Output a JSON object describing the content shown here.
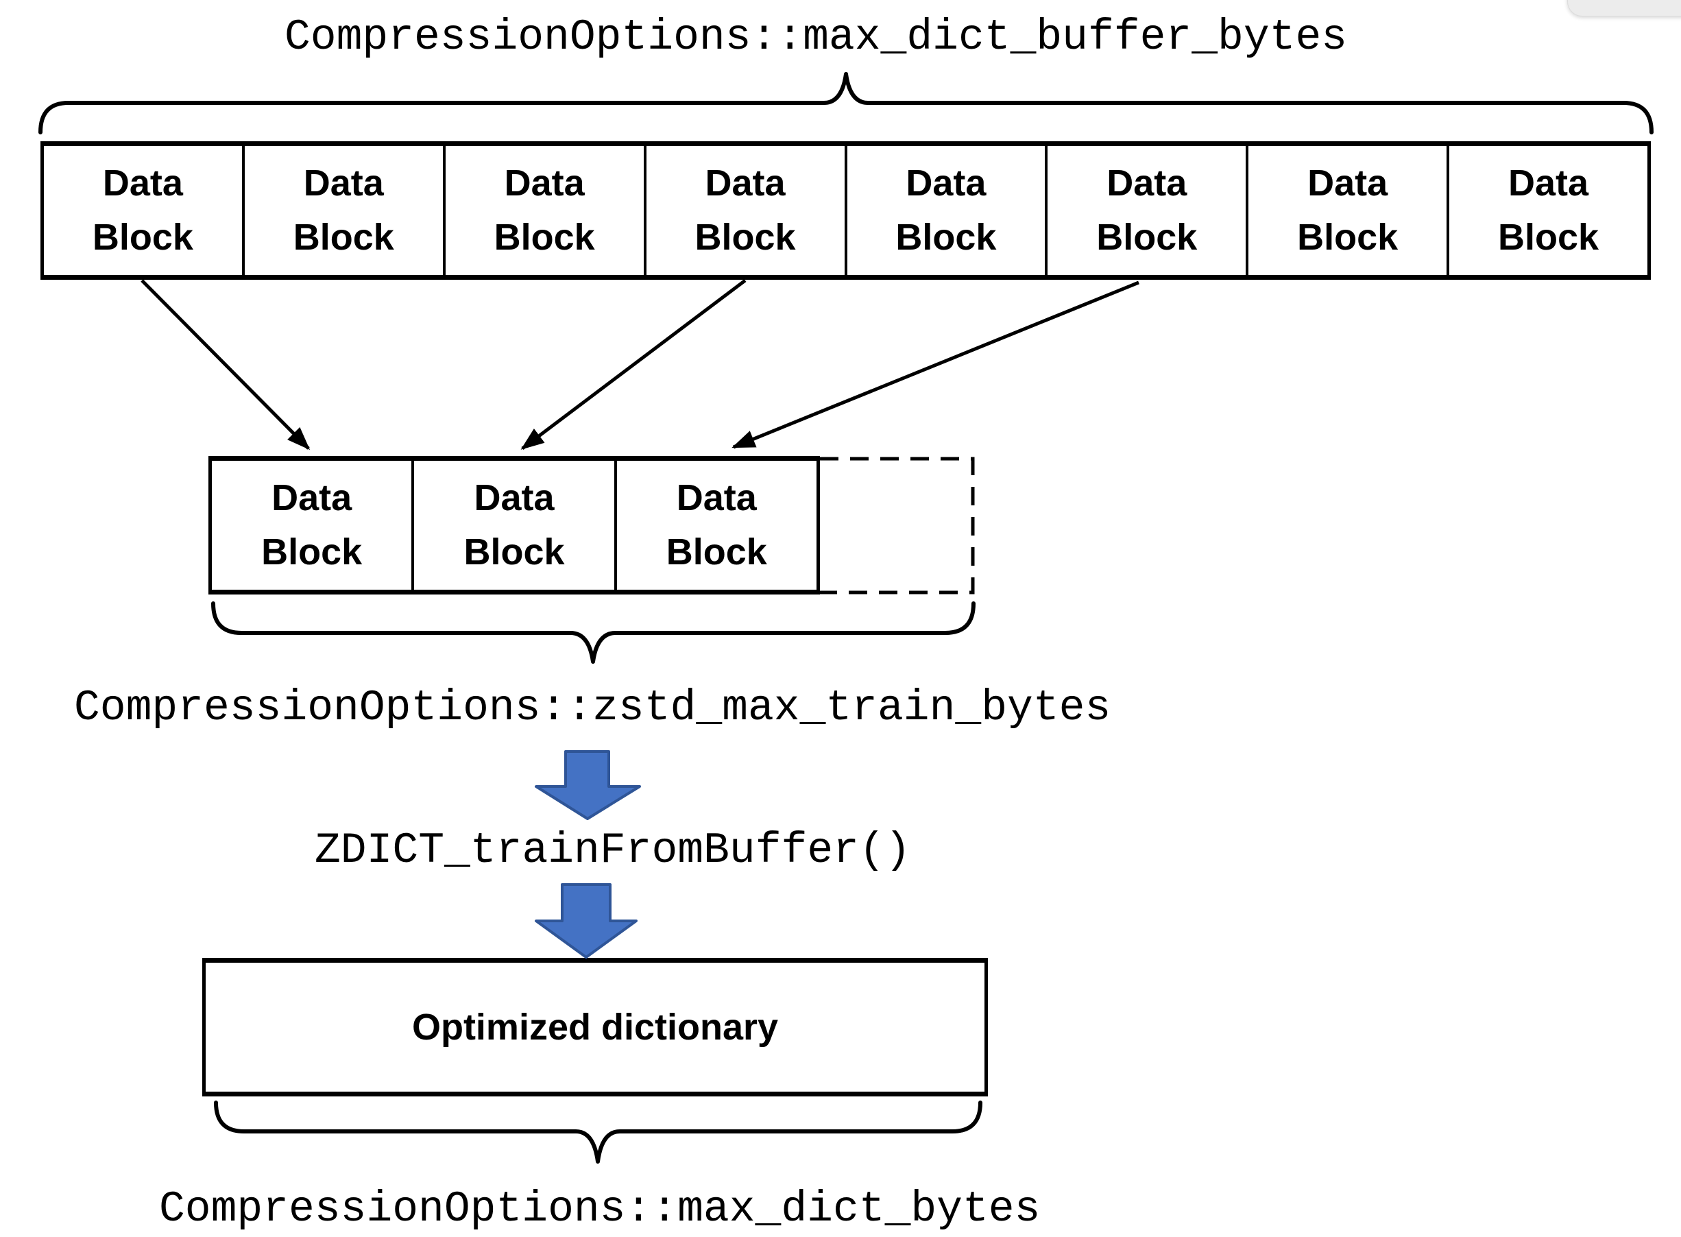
{
  "diagram": {
    "top_label": "CompressionOptions::max_dict_buffer_bytes",
    "buffer_row": {
      "blocks": [
        {
          "label": "Data Block"
        },
        {
          "label": "Data Block"
        },
        {
          "label": "Data Block"
        },
        {
          "label": "Data Block"
        },
        {
          "label": "Data Block"
        },
        {
          "label": "Data Block"
        },
        {
          "label": "Data Block"
        },
        {
          "label": "Data Block"
        }
      ]
    },
    "train_row": {
      "blocks": [
        {
          "label": "Data Block"
        },
        {
          "label": "Data Block"
        },
        {
          "label": "Data Block"
        }
      ],
      "trailing_empty_dashed_block": true
    },
    "train_label": "CompressionOptions::zstd_max_train_bytes",
    "function_label": "ZDICT_trainFromBuffer()",
    "dictionary_box_label": "Optimized dictionary",
    "bottom_label": "CompressionOptions::max_dict_bytes",
    "colors": {
      "line": "#000000",
      "background": "#FFFFFF",
      "block_arrow_fill": "#4472C4",
      "block_arrow_stroke": "#2F5597",
      "ui_fragment": "#ECECEC"
    }
  }
}
